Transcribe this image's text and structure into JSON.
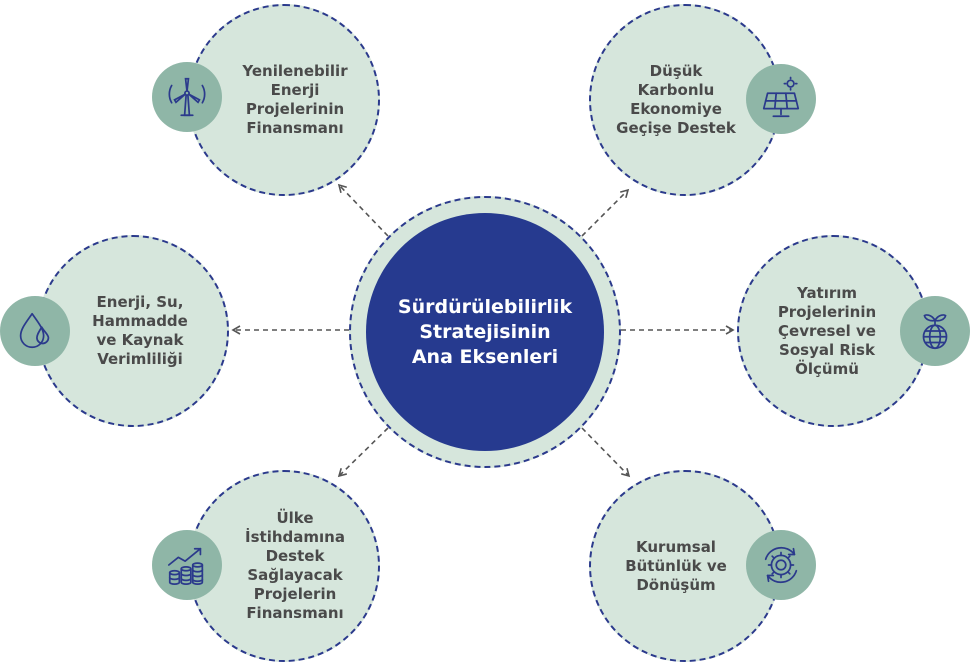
{
  "center": {
    "label": "Sürdürülebilirlik\nStratejisinin\nAna Eksenleri"
  },
  "nodes": [
    {
      "id": "renewable",
      "label": "Yenilenebilir\nEnerji\nProjelerinin\nFinansmanı",
      "icon": "wind-turbine-icon"
    },
    {
      "id": "low-carbon",
      "label": "Düşük\nKarbonlu\nEkonomiye\nGeçişe Destek",
      "icon": "solar-panel-icon"
    },
    {
      "id": "efficiency",
      "label": "Enerji, Su,\nHammadde\nve Kaynak\nVerimliliği",
      "icon": "water-drop-icon"
    },
    {
      "id": "risk",
      "label": "Yatırım\nProjelerinin\nÇevresel ve\nSosyal Risk\nÖlçümü",
      "icon": "globe-sprout-icon"
    },
    {
      "id": "employment",
      "label": "Ülke\nİstihdamına\nDestek\nSağlayacak\nProjelerin\nFinansmanı",
      "icon": "growth-coins-icon"
    },
    {
      "id": "integrity",
      "label": "Kurumsal\nBütünlük ve\nDönüşüm",
      "icon": "gear-cycle-icon"
    }
  ],
  "colors": {
    "node_fill": "#d6e6dc",
    "dash_stroke": "#2b3a8c",
    "icon_disc": "#8fb6a7",
    "center_fill": "#263a8f",
    "icon_line": "#2b3a8c",
    "label_text": "#4a4a4a",
    "center_text": "#ffffff"
  }
}
